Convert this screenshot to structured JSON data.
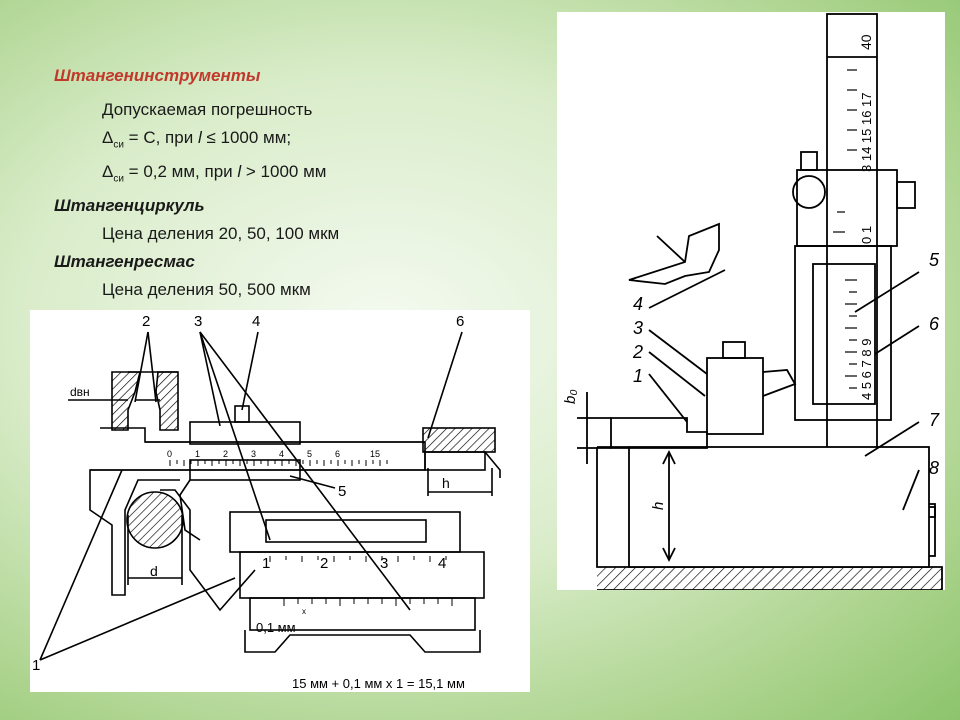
{
  "text": {
    "heading1": "Штангенинструменты",
    "line_tolerance": "Допускаемая погрешность",
    "delta1_sym": "Δ",
    "delta1_sub": "си",
    "delta1_text": " = С, при ",
    "delta1_l": "l",
    "delta1_rest": " ≤ 1000 мм;",
    "delta2_sym": "Δ",
    "delta2_sub": "си",
    "delta2_text": " = 0,2 мм, при ",
    "delta2_l": "l",
    "delta2_rest": " > 1000 мм",
    "heading2": "Штангенциркуль",
    "caliper_div": "Цена деления 20, 50, 100 мкм",
    "heading3": "Штангенресмас",
    "gauge_div": "Цена деления 50, 500 мкм"
  },
  "caliper": {
    "callouts": [
      "2",
      "3",
      "4",
      "6",
      "5",
      "1"
    ],
    "d_ext_label": "dвн",
    "d_label": "d",
    "h_label": "h",
    "main_scale": [
      "0",
      "1",
      "2",
      "3",
      "4",
      "5",
      "6",
      "15"
    ],
    "vernier_scale": [
      "1",
      "2",
      "3",
      "4"
    ],
    "vernier_unit": "0,1 мм",
    "x_mark": "x",
    "formula": "15 мм + 0,1 мм х 1 = 15,1 мм"
  },
  "height_gauge": {
    "callouts": [
      "4",
      "3",
      "2",
      "1",
      "5",
      "6",
      "7",
      "8"
    ],
    "b0_label": "b₀",
    "h_label": "h",
    "upper_scale": "3 14 15 16 17",
    "top_number": "40",
    "vernier_top": "0 1",
    "vernier_scale": "4 5 6 7 8 9"
  }
}
